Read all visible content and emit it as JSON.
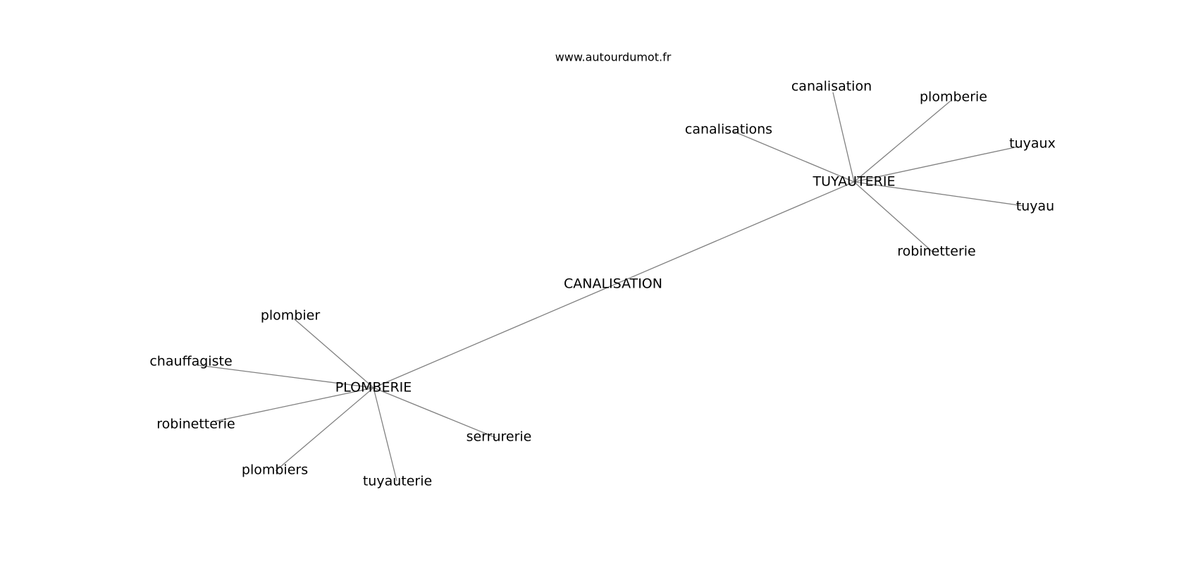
{
  "source_label": "www.autourdumot.fr",
  "nodes": [
    {
      "id": "canalisation_center",
      "label": "CANALISATION"
    },
    {
      "id": "tuyauterie_hub",
      "label": "TUYAUTERIE"
    },
    {
      "id": "plomberie_hub",
      "label": "PLOMBERIE"
    },
    {
      "id": "t_canalisation",
      "label": "canalisation"
    },
    {
      "id": "t_plomberie",
      "label": "plomberie"
    },
    {
      "id": "t_canalisations",
      "label": "canalisations"
    },
    {
      "id": "t_tuyaux",
      "label": "tuyaux"
    },
    {
      "id": "t_tuyau",
      "label": "tuyau"
    },
    {
      "id": "t_robinetterie",
      "label": "robinetterie"
    },
    {
      "id": "p_plombier",
      "label": "plombier"
    },
    {
      "id": "p_chauffagiste",
      "label": "chauffagiste"
    },
    {
      "id": "p_robinetterie",
      "label": "robinetterie"
    },
    {
      "id": "p_plombiers",
      "label": "plombiers"
    },
    {
      "id": "p_tuyauterie",
      "label": "tuyauterie"
    },
    {
      "id": "p_serrurerie",
      "label": "serrurerie"
    }
  ],
  "edges": [
    [
      "plomberie_hub",
      "tuyauterie_hub"
    ],
    [
      "tuyauterie_hub",
      "t_canalisation"
    ],
    [
      "tuyauterie_hub",
      "t_plomberie"
    ],
    [
      "tuyauterie_hub",
      "t_canalisations"
    ],
    [
      "tuyauterie_hub",
      "t_tuyaux"
    ],
    [
      "tuyauterie_hub",
      "t_tuyau"
    ],
    [
      "tuyauterie_hub",
      "t_robinetterie"
    ],
    [
      "plomberie_hub",
      "p_plombier"
    ],
    [
      "plomberie_hub",
      "p_chauffagiste"
    ],
    [
      "plomberie_hub",
      "p_robinetterie"
    ],
    [
      "plomberie_hub",
      "p_plombiers"
    ],
    [
      "plomberie_hub",
      "p_tuyauterie"
    ],
    [
      "plomberie_hub",
      "p_serrurerie"
    ]
  ]
}
